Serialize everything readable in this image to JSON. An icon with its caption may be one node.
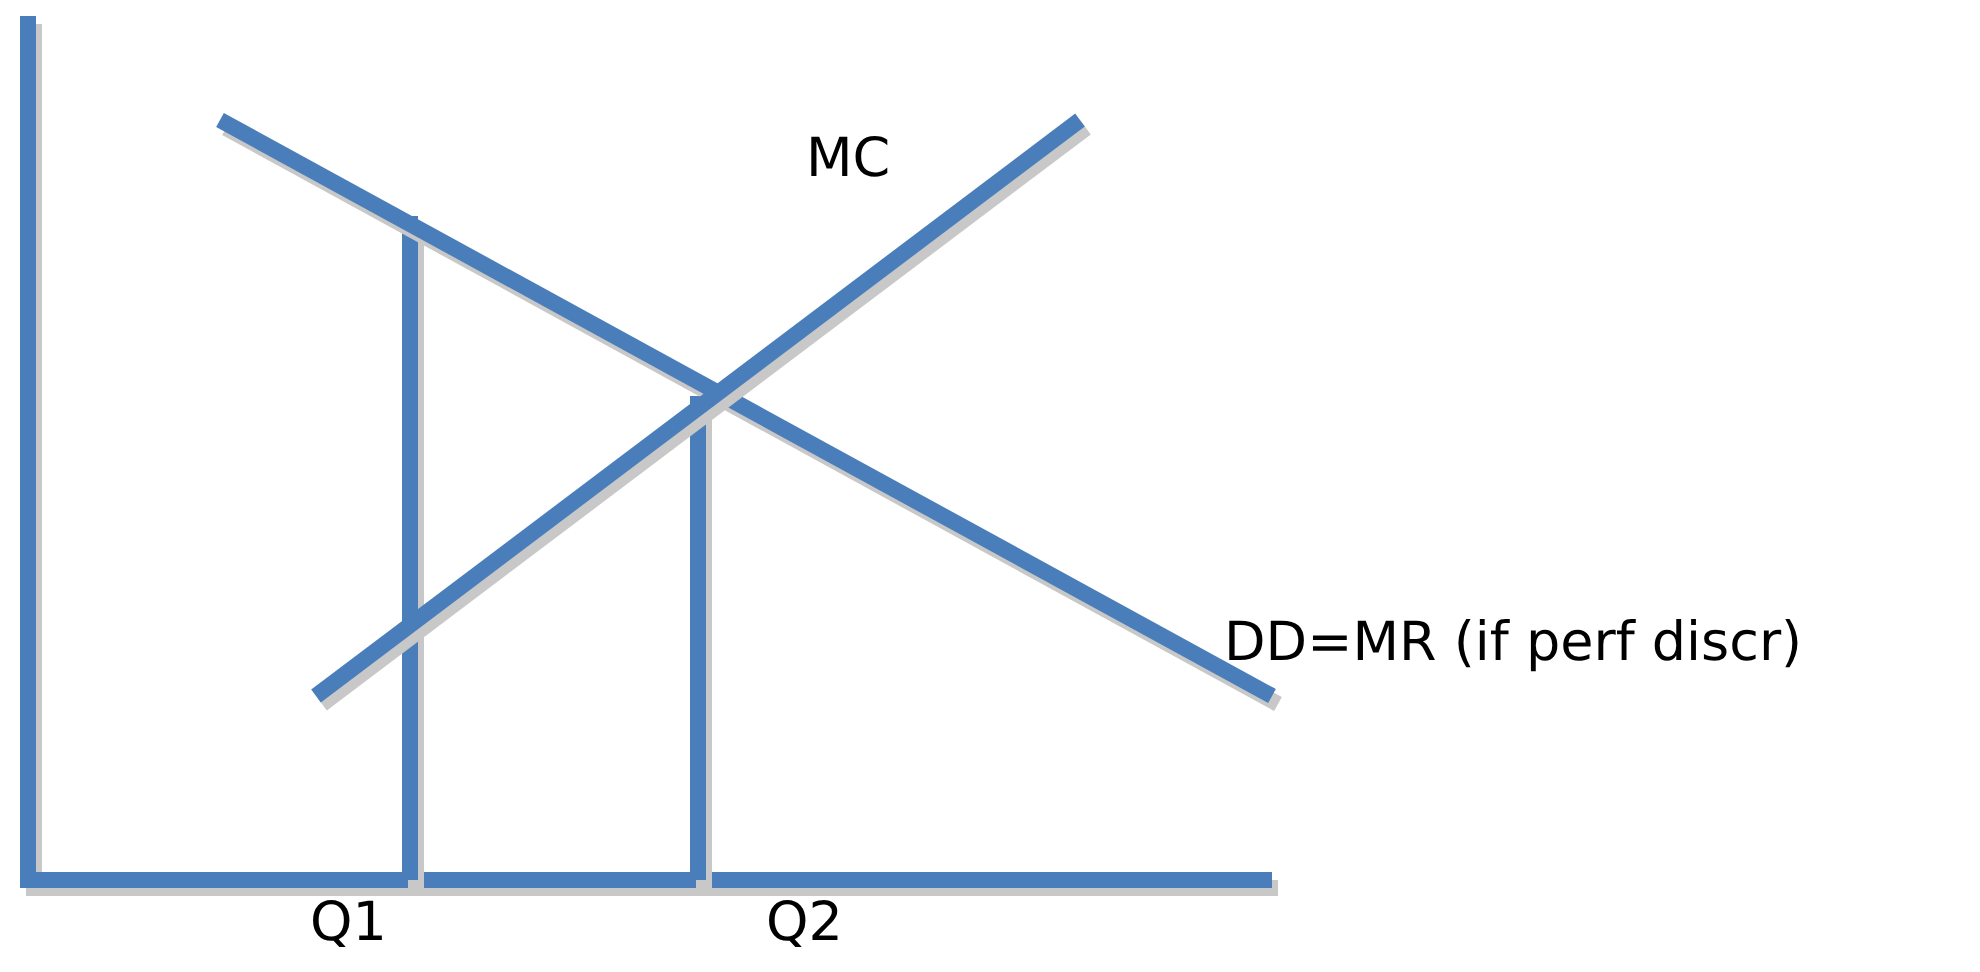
{
  "diagram": {
    "labels": [
      "MC",
      "DD=MR (if perf discr)",
      "Q1",
      "Q2"
    ]
  }
}
